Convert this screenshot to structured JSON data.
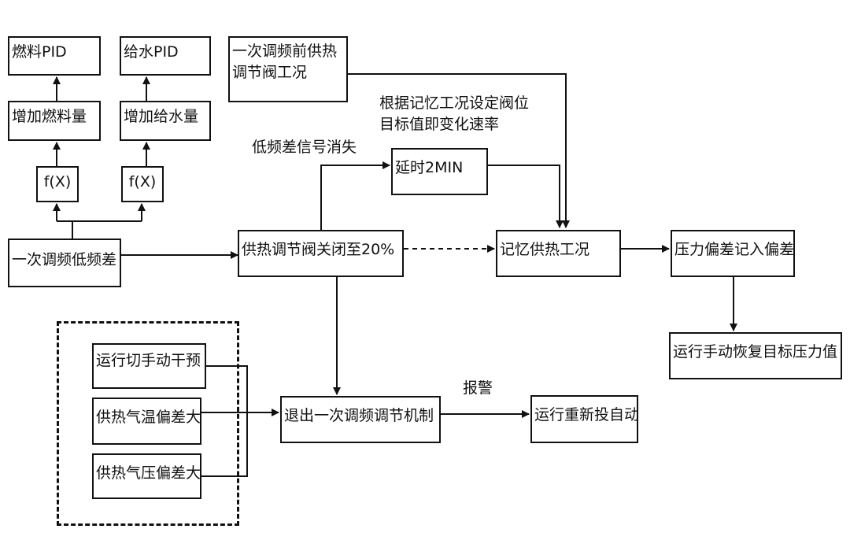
{
  "nodes": {
    "fuel_pid": "燃料PID",
    "water_pid": "给水PID",
    "add_fuel": "增加燃料量",
    "add_water": "增加给水量",
    "fx_fuel": "f(X)",
    "fx_water": "f(X)",
    "low_freq_diff": "一次调频低频差",
    "pre_heat_valve": "一次调频前供热调节阀工况",
    "delay": "延时2MIN",
    "valve_close": "供热调节阀关闭至20%",
    "remember": "记忆供热工况",
    "pressure_bias": "压力偏差记入偏差",
    "restore_pressure": "运行手动恢复目标压力值",
    "manual_intervene": "运行切手动干预",
    "temp_dev": "供热气温偏差大",
    "press_dev": "供热气压偏差大",
    "exit_mechanism": "退出一次调频调节机制",
    "auto_restart": "运行重新投自动"
  },
  "labels": {
    "signal_gone": "低频差信号消失",
    "set_target": "根据记忆工况设定阀位目标值即变化速率",
    "alarm": "报警"
  },
  "colors": {
    "line": "#111111",
    "background": "#ffffff"
  }
}
